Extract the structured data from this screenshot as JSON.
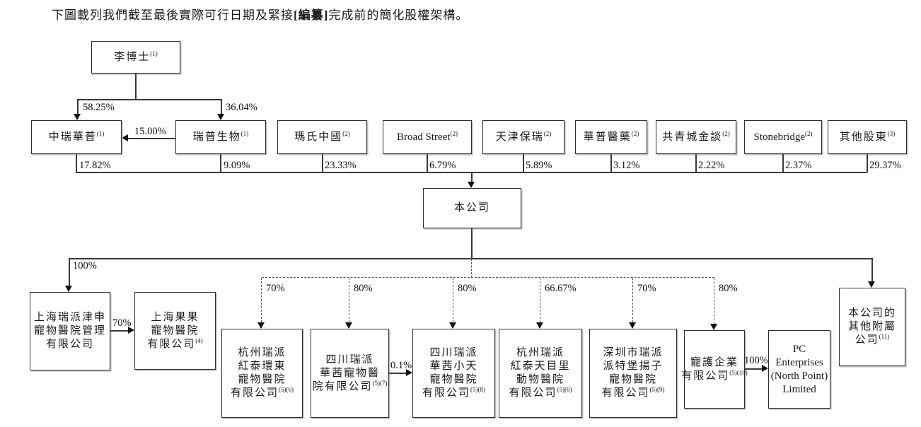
{
  "title": {
    "pre": "下圖載列我們截至最後實際可行日期及緊接",
    "bracket": "[編纂]",
    "post": "完成前的簡化股權架構。"
  },
  "nodes": {
    "li_doctor": {
      "lines": [
        "李博士"
      ],
      "sup": "(1)"
    },
    "zhongrui_huapu": {
      "lines": [
        "中瑞華普"
      ],
      "sup": "(1)"
    },
    "ruipu_biology": {
      "lines": [
        "瑞普生物"
      ],
      "sup": "(1)"
    },
    "mars_china": {
      "lines": [
        "瑪氏中國"
      ],
      "sup": "(2)"
    },
    "broad_street": {
      "lines": [
        "Broad Street"
      ],
      "sup": "(2)"
    },
    "tianjin_baorui": {
      "lines": [
        "天津保瑞"
      ],
      "sup": "(2)"
    },
    "huapu_pharma": {
      "lines": [
        "華普醫藥"
      ],
      "sup": "(2)"
    },
    "gongqingcheng_jintan": {
      "lines": [
        "共青城金談"
      ],
      "sup": "(2)"
    },
    "stonebridge": {
      "lines": [
        "Stonebridge"
      ],
      "sup": "(2)"
    },
    "other_shareholders": {
      "lines": [
        "其他股東"
      ],
      "sup": "(3)"
    },
    "company": {
      "lines": [
        "本公司"
      ],
      "sup": ""
    },
    "shanghai_ruipai_jinshen": {
      "lines": [
        "上海瑞派津申",
        "寵物醫院管理",
        "有限公司"
      ],
      "sup": ""
    },
    "shanghai_guoguo": {
      "lines": [
        "上海果果",
        "寵物醫院",
        "有限公司"
      ],
      "sup": "(4)"
    },
    "hangzhou_huandong": {
      "lines": [
        "杭州瑞派",
        "紅泰環東",
        "寵物醫院",
        "有限公司"
      ],
      "sup": "(5)(6)"
    },
    "sichuan_huaqian": {
      "lines": [
        "四川瑞派",
        "華茜寵物醫",
        "院有限公司"
      ],
      "sup": "(5)(7)"
    },
    "sichuan_xiaotian": {
      "lines": [
        "四川瑞派",
        "華茜小天",
        "寵物醫院",
        "有限公司"
      ],
      "sup": "(5)(8)"
    },
    "hangzhou_tianmuli": {
      "lines": [
        "杭州瑞派",
        "紅泰天目里",
        "動物醫院",
        "有限公司"
      ],
      "sup": "(5)(6)"
    },
    "shenzhen_yangzi": {
      "lines": [
        "深圳市瑞派",
        "派特堡揚子",
        "寵物醫院",
        "有限公司"
      ],
      "sup": "(5)(9)"
    },
    "chonghu_enterprise": {
      "lines": [
        "寵護企業",
        "有限公司"
      ],
      "sup": "(5)(10)"
    },
    "pc_enterprises": {
      "lines": [
        "PC",
        "Enterprises",
        "(North Point)",
        "Limited"
      ],
      "sup": ""
    },
    "other_subsidiaries": {
      "lines": [
        "本公司的",
        "其他附屬",
        "公司"
      ],
      "sup": "(11)"
    }
  },
  "edges": {
    "li_to_zhongrui": "58.25%",
    "li_to_ruipu": "36.04%",
    "ruipu_to_zhongrui": "15.00%",
    "zhongrui_stake": "17.82%",
    "ruipu_stake": "9.09%",
    "mars_stake": "23.33%",
    "broad_street_stake": "6.79%",
    "tianjin_stake": "5.89%",
    "huapu_stake": "3.12%",
    "gongqingcheng_stake": "2.22%",
    "stonebridge_stake": "2.37%",
    "other_shareholders_stake": "29.37%",
    "company_to_shanghai": "100%",
    "shanghai_to_guoguo": "70%",
    "to_hangzhou_huandong": "70%",
    "to_sichuan_huaqian": "80%",
    "to_sichuan_xiaotian": "80%",
    "to_hangzhou_tianmuli": "66.67%",
    "to_shenzhen_yangzi": "70%",
    "to_chonghu": "80%",
    "huaqian_to_xiaotian": "0.1%",
    "chonghu_to_pc": "100%"
  },
  "colors": {
    "line": "#3a3a3a",
    "text": "#1a1a1a",
    "background": "#ffffff"
  }
}
